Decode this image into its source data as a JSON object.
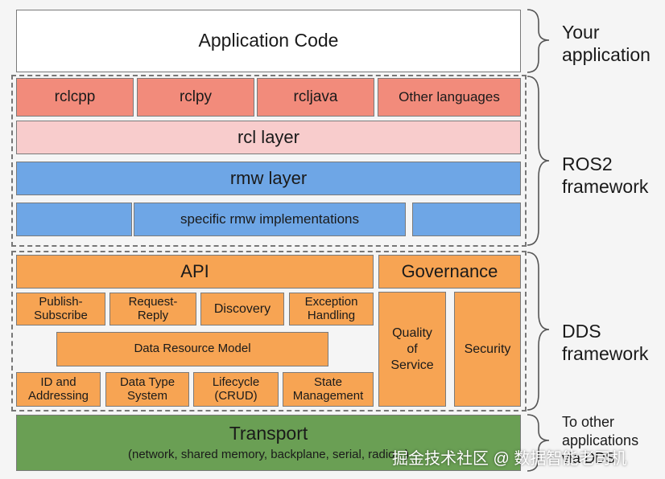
{
  "app": {
    "title": "Application Code"
  },
  "ros2": {
    "languages": [
      "rclcpp",
      "rclpy",
      "rcljava",
      "Other languages"
    ],
    "rcl_layer": "rcl layer",
    "rmw_layer": "rmw layer",
    "rmw_impl": "specific rmw implementations"
  },
  "dds": {
    "api": "API",
    "governance": "Governance",
    "api_items": [
      "Publish-Subscribe",
      "Request-Reply",
      "Discovery",
      "Exception Handling"
    ],
    "data_resource_model": "Data Resource Model",
    "bottom_items": [
      "ID and Addressing",
      "Data Type System",
      "Lifecycle (CRUD)",
      "State Management"
    ],
    "quality_of_service": "Quality of Service",
    "security": "Security"
  },
  "transport": {
    "title": "Transport",
    "subtitle": "(network, shared memory, backplane, serial, radio...)"
  },
  "side_labels": {
    "your_application": "Your application",
    "ros2_framework": "ROS2 framework",
    "dds_framework": "DDS framework",
    "to_other": "To other applications via DDS"
  },
  "watermark": "掘金技术社区 @ 数据智能老司机",
  "colors": {
    "language_boxes": "#f28b7b",
    "rcl_layer": "#f8cccc",
    "rmw": "#6ea6e6",
    "dds": "#f7a453",
    "transport": "#6a9f54"
  }
}
